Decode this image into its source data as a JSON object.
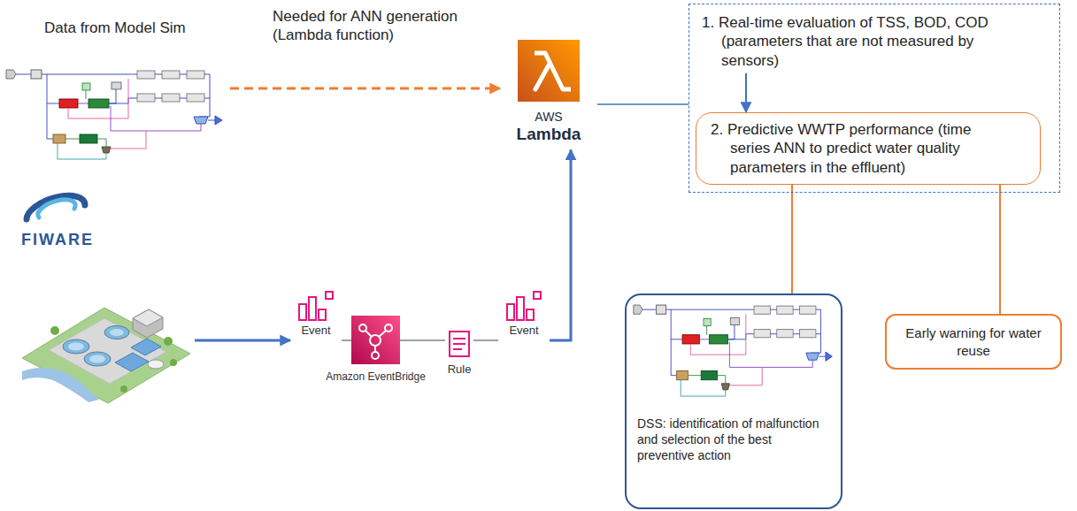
{
  "diagram": {
    "nodes": [
      {
        "text": [
          "Data from Model Sim"
        ]
      },
      {
        "text": [
          "AWS",
          "Lambda"
        ]
      },
      {
        "text": [
          "1. Real-time evaluation of TSS, BOD, COD (parameters that are not measured by sensors)"
        ]
      },
      {
        "text": [
          "2. Predictive WWTP performance (time series ANN to predict water quality parameters in the effluent)"
        ],
        "in": 2
      },
      {
        "text": [
          "FIWARE"
        ]
      },
      {
        "text": [
          "Event"
        ]
      },
      {
        "text": [
          "Amazon EventBridge"
        ]
      },
      {
        "text": [
          "Rule"
        ]
      },
      {
        "text": [
          "Event"
        ]
      },
      {
        "text": [
          "DSS: identification of malfunction and selection of the best preventive action"
        ]
      },
      {
        "text": [
          "Early warning for water reuse"
        ]
      }
    ],
    "edges": [
      {
        "from": 0,
        "to": 1,
        "arrow": "to",
        "label": "Needed for ANN generation (Lambda function)"
      },
      {
        "from": 1,
        "to": 2,
        "arrow": "none"
      },
      {
        "from": 2,
        "to": 3,
        "arrow": "to"
      },
      {
        "from": 4,
        "to": 5,
        "arrow": "to"
      },
      {
        "from": 5,
        "to": 6,
        "arrow": "none"
      },
      {
        "from": 6,
        "to": 7,
        "arrow": "none"
      },
      {
        "from": 7,
        "to": 8,
        "arrow": "none"
      },
      {
        "from": 8,
        "to": 1,
        "arrow": "to"
      },
      {
        "from": 3,
        "to": 9,
        "arrow": "none"
      },
      {
        "from": 3,
        "to": 10,
        "arrow": "none"
      }
    ]
  }
}
